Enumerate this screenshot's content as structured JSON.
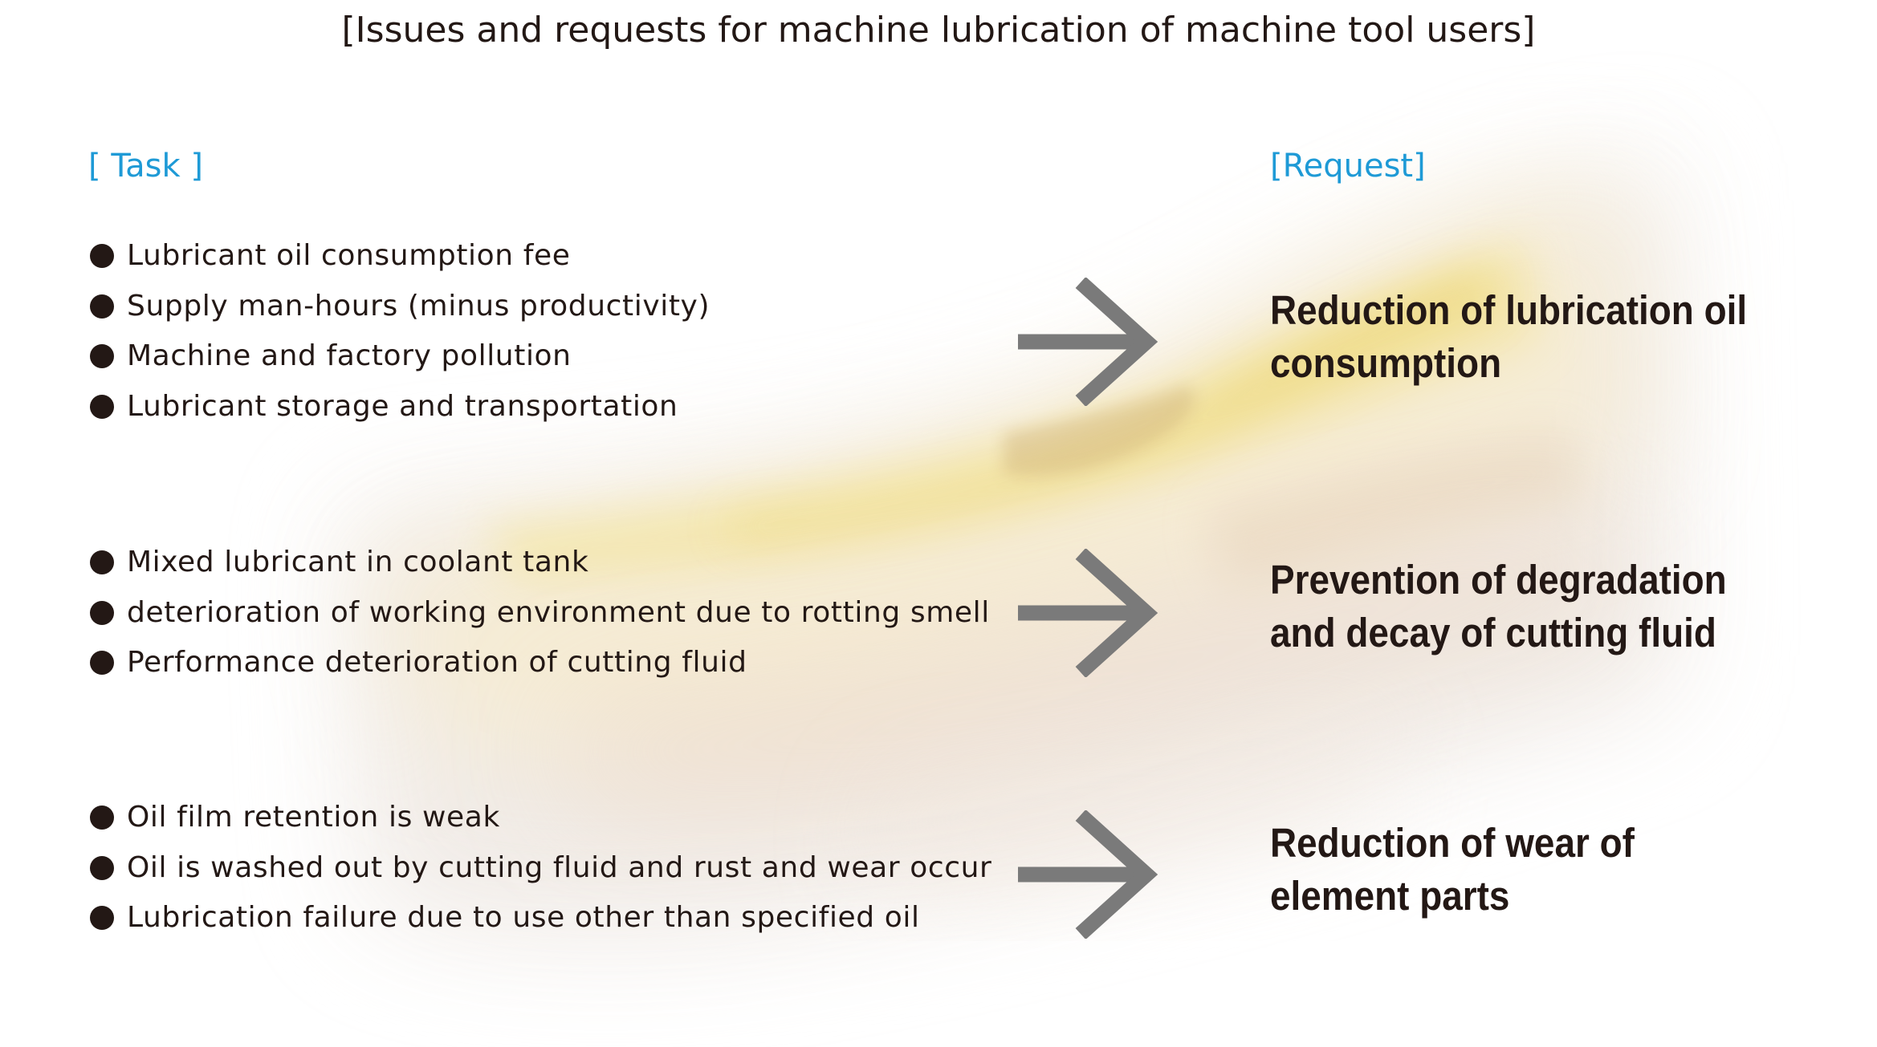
{
  "title": "[Issues and requests for machine lubrication of machine tool users]",
  "headings": {
    "task": "[ Task ]",
    "request": "[Request]"
  },
  "colors": {
    "heading_accent": "#1e9ad6",
    "text": "#231815",
    "arrow": "#7a7a7a",
    "oil_gold": "#e8c94a"
  },
  "groups": [
    {
      "tasks": [
        "Lubricant oil consumption fee",
        "Supply man-hours (minus productivity)",
        "Machine and factory pollution",
        "Lubricant storage and transportation"
      ],
      "request": "Reduction of lubrication oil consumption"
    },
    {
      "tasks": [
        "Mixed lubricant in coolant tank",
        "deterioration of working environment due to rotting smell",
        "Performance deterioration of cutting fluid"
      ],
      "request": "Prevention of degradation and decay of cutting fluid"
    },
    {
      "tasks": [
        "Oil film retention is weak",
        "Oil is washed out by cutting fluid and rust and wear occur",
        "Lubrication failure due to use other than specified oil"
      ],
      "request": "Reduction of wear of element parts"
    }
  ]
}
